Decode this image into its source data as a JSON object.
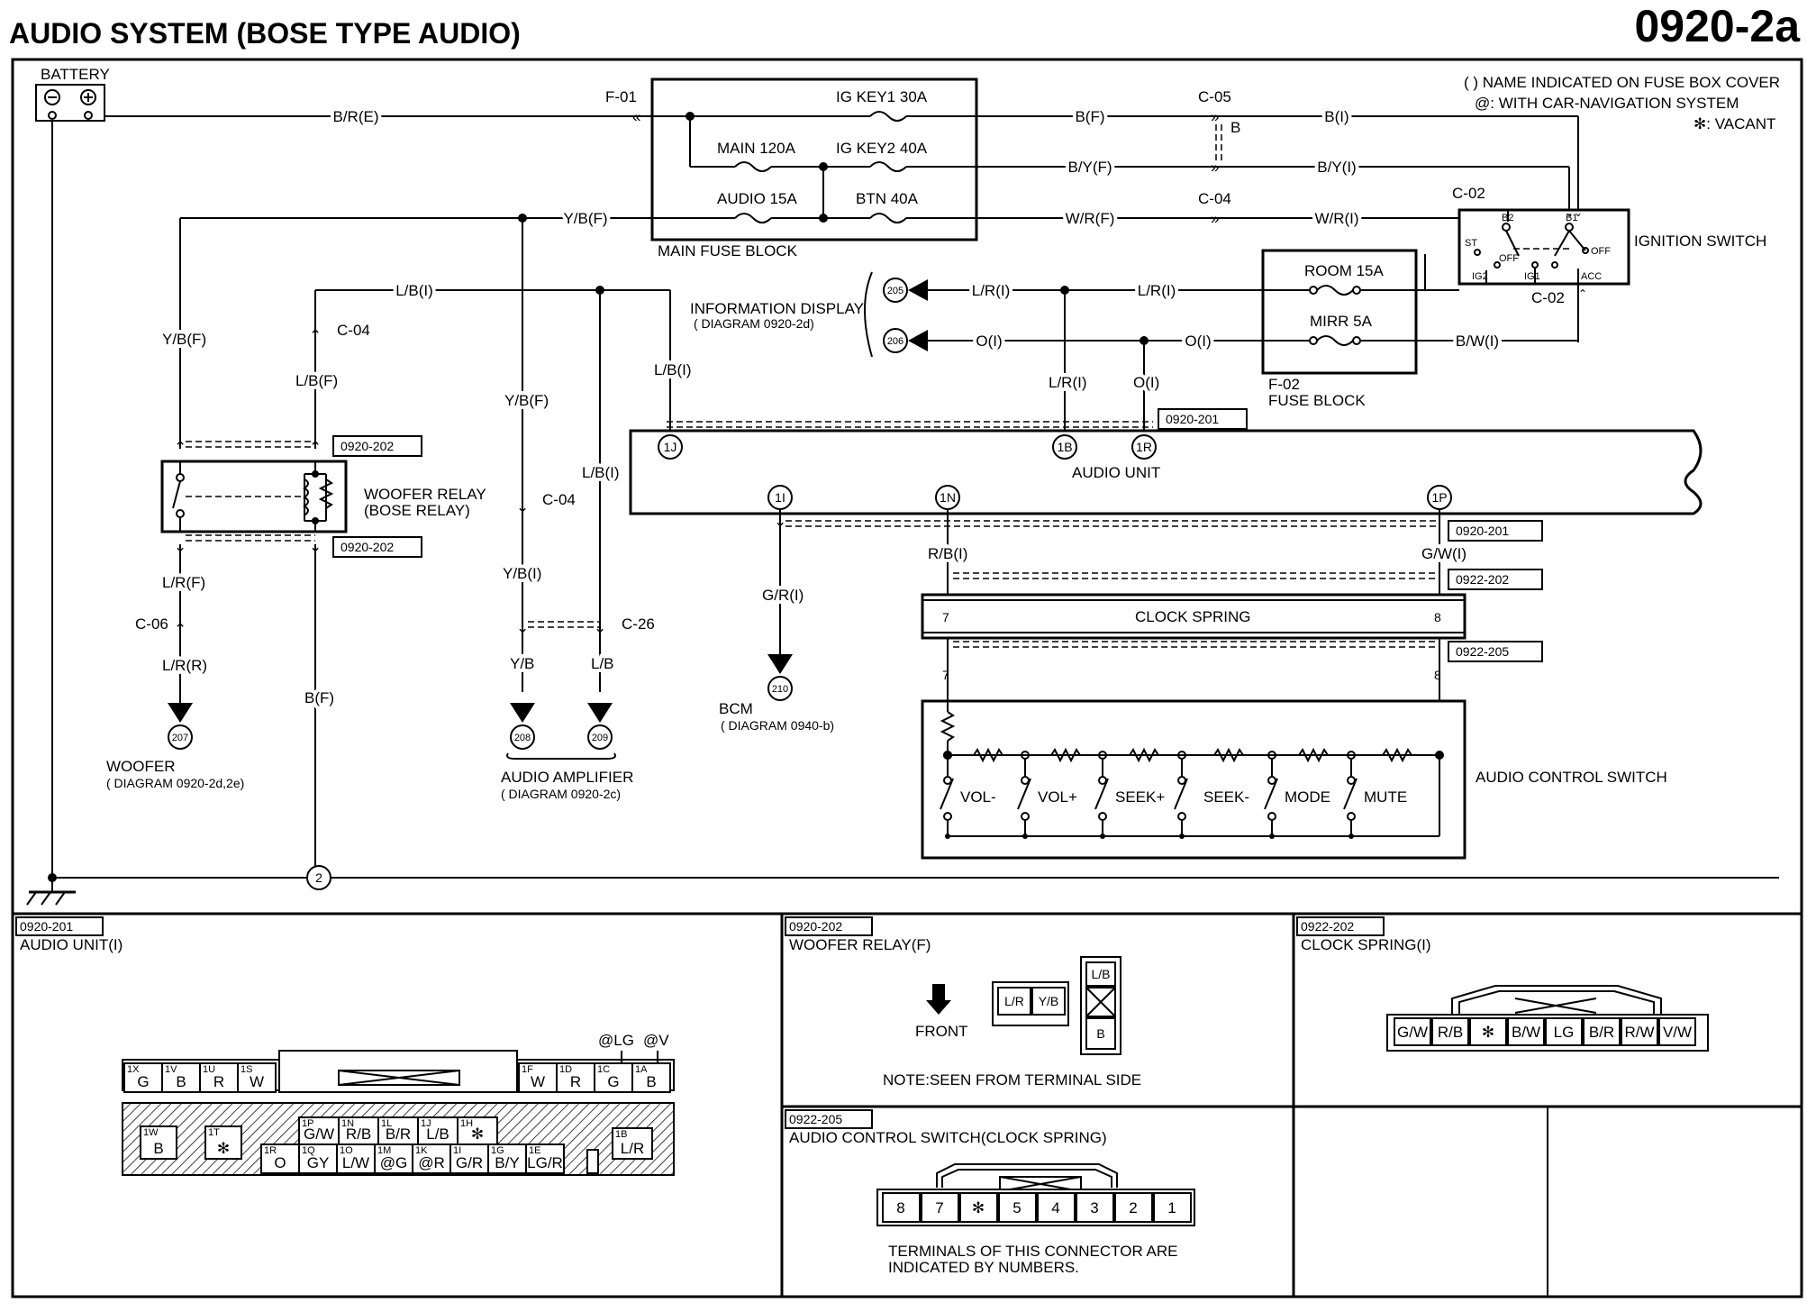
{
  "header": {
    "title": "AUDIO SYSTEM (BOSE TYPE AUDIO)",
    "code": "0920-2a"
  },
  "legend": {
    "note_fuse": "( ) NAME INDICATED ON FUSE BOX COVER",
    "note_nav": "@: WITH  CAR-NAVIGATION SYSTEM",
    "note_vacant": "✻: VACANT"
  },
  "components": {
    "battery": "BATTERY",
    "main_fuse_block": "MAIN FUSE BLOCK",
    "fuse_ig_key1": "IG KEY1 30A",
    "fuse_main": "MAIN 120A",
    "fuse_ig_key2": "IG KEY2 40A",
    "fuse_audio": "AUDIO 15A",
    "fuse_btn": "BTN 40A",
    "fuse_room": "ROOM 15A",
    "fuse_mirr": "MIRR 5A",
    "f02": "F-02",
    "f02_label": "FUSE BLOCK",
    "ignition_switch": "IGNITION SWITCH",
    "info_display": "INFORMATION DISPLAY",
    "info_display_diag": "( DIAGRAM 0920-2d)",
    "audio_unit": "AUDIO UNIT",
    "woofer_relay": "WOOFER RELAY",
    "woofer_relay_sub": "(BOSE RELAY)",
    "woofer": "WOOFER",
    "woofer_diag": "( DIAGRAM 0920-2d,2e)",
    "audio_amp": "AUDIO AMPLIFIER",
    "audio_amp_diag": "( DIAGRAM 0920-2c)",
    "bcm": "BCM",
    "bcm_diag": "( DIAGRAM 0940-b)",
    "clock_spring": "CLOCK SPRING",
    "audio_control_switch": "AUDIO CONTROL SWITCH"
  },
  "ignition": {
    "b2": "B2",
    "b1": "B1",
    "st": "ST",
    "off1": "OFF",
    "off2": "OFF",
    "ig2": "IG2",
    "ig1": "IG1",
    "acc": "ACC"
  },
  "switches": [
    "VOL-",
    "VOL+",
    "SEEK+",
    "SEEK-",
    "MODE",
    "MUTE"
  ],
  "connectors": {
    "f01": "F-01",
    "c05": "C-05",
    "c05_b": "B",
    "c04_top": "C-04",
    "c02_top": "C-02",
    "c02_bottom": "C-02",
    "c04_left": "C-04",
    "c04_mid": "C-04",
    "c06": "C-06",
    "c26": "C-26",
    "ref_202a": "0920-202",
    "ref_202b": "0920-202",
    "ref_201a": "0920-201",
    "ref_201b": "0920-201",
    "ref_2202": "0922-202",
    "ref_2205": "0922-205",
    "pin_1j": "1J",
    "pin_1b": "1B",
    "pin_1r": "1R",
    "pin_1i": "1I",
    "pin_1n": "1N",
    "pin_1p": "1P",
    "pin_7a": "7",
    "pin_8a": "8",
    "pin_7b": "7",
    "pin_8b": "8",
    "ground_node": "2",
    "term_205": "205",
    "term_206": "206",
    "term_207": "207",
    "term_208": "208",
    "term_209": "209",
    "term_210": "210"
  },
  "wires": {
    "br_e": "B/R(E)",
    "b_f": "B(F)",
    "b_i": "B(I)",
    "by_f": "B/Y(F)",
    "by_i": "B/Y(I)",
    "wr_f": "W/R(F)",
    "wr_i": "W/R(I)",
    "yb_f_top": "Y/B(F)",
    "lb_i_top": "L/B(I)",
    "lr_i_disp": "L/R(I)",
    "lr_i_fuse": "L/R(I)",
    "o_i_disp": "O(I)",
    "o_i_fuse": "O(I)",
    "bw_i": "B/W(I)",
    "yb_f_left": "Y/B(F)",
    "lb_f": "L/B(F)",
    "yb_f_mid": "Y/B(F)",
    "lb_i_mid": "L/B(I)",
    "lb_i_right": "L/B(I)",
    "lr_i_1b": "L/R(I)",
    "o_i_1r": "O(I)",
    "lr_f": "L/R(F)",
    "lr_r": "L/R(R)",
    "b_f_gnd": "B(F)",
    "yb_i": "Y/B(I)",
    "yb": "Y/B",
    "lb": "L/B",
    "gr_i": "G/R(I)",
    "rb_i": "R/B(I)",
    "gw_i": "G/W(I)"
  },
  "panels": {
    "p201": {
      "ref": "0920-201",
      "name": "AUDIO UNIT(I)",
      "top_left": [
        {
          "id": "1X",
          "c": "G"
        },
        {
          "id": "1V",
          "c": "B"
        },
        {
          "id": "1U",
          "c": "R"
        },
        {
          "id": "1S",
          "c": "W"
        }
      ],
      "top_right": [
        {
          "id": "1F",
          "c": "W"
        },
        {
          "id": "1D",
          "c": "R"
        },
        {
          "id": "1C",
          "c": "G"
        },
        {
          "id": "1A",
          "c": "B"
        }
      ],
      "nav_lg": "@LG",
      "nav_v": "@V",
      "row2": [
        {
          "id": "1P",
          "c": "G/W"
        },
        {
          "id": "1N",
          "c": "R/B"
        },
        {
          "id": "1L",
          "c": "B/R"
        },
        {
          "id": "1J",
          "c": "L/B"
        },
        {
          "id": "1H",
          "c": "✻"
        }
      ],
      "row3": [
        {
          "id": "1R",
          "c": "O"
        },
        {
          "id": "1Q",
          "c": "GY"
        },
        {
          "id": "1O",
          "c": "L/W"
        },
        {
          "id": "1M",
          "c": "@G"
        },
        {
          "id": "1K",
          "c": "@R"
        },
        {
          "id": "1I",
          "c": "G/R"
        },
        {
          "id": "1G",
          "c": "B/Y"
        },
        {
          "id": "1E",
          "c": "LG/R"
        }
      ],
      "side_w": {
        "id": "1W",
        "c": "B"
      },
      "side_t": {
        "id": "1T",
        "c": "✻"
      },
      "side_b": {
        "id": "1B",
        "c": "L/R"
      }
    },
    "p202": {
      "ref": "0920-202",
      "name": "WOOFER RELAY(F)",
      "front": "FRONT",
      "lr": "L/R",
      "yb": "Y/B",
      "lb": "L/B",
      "b": "B",
      "note": "NOTE:SEEN FROM TERMINAL SIDE"
    },
    "p2202": {
      "ref": "0922-202",
      "name": "CLOCK SPRING(I)",
      "pins": [
        "G/W",
        "R/B",
        "✻",
        "B/W",
        "LG",
        "B/R",
        "R/W",
        "V/W"
      ]
    },
    "p2205": {
      "ref": "0922-205",
      "name": "AUDIO CONTROL SWITCH(CLOCK SPRING)",
      "pins": [
        "8",
        "7",
        "✻",
        "5",
        "4",
        "3",
        "2",
        "1"
      ],
      "note1": "TERMINALS OF THIS CONNECTOR ARE",
      "note2": "INDICATED BY NUMBERS."
    }
  }
}
